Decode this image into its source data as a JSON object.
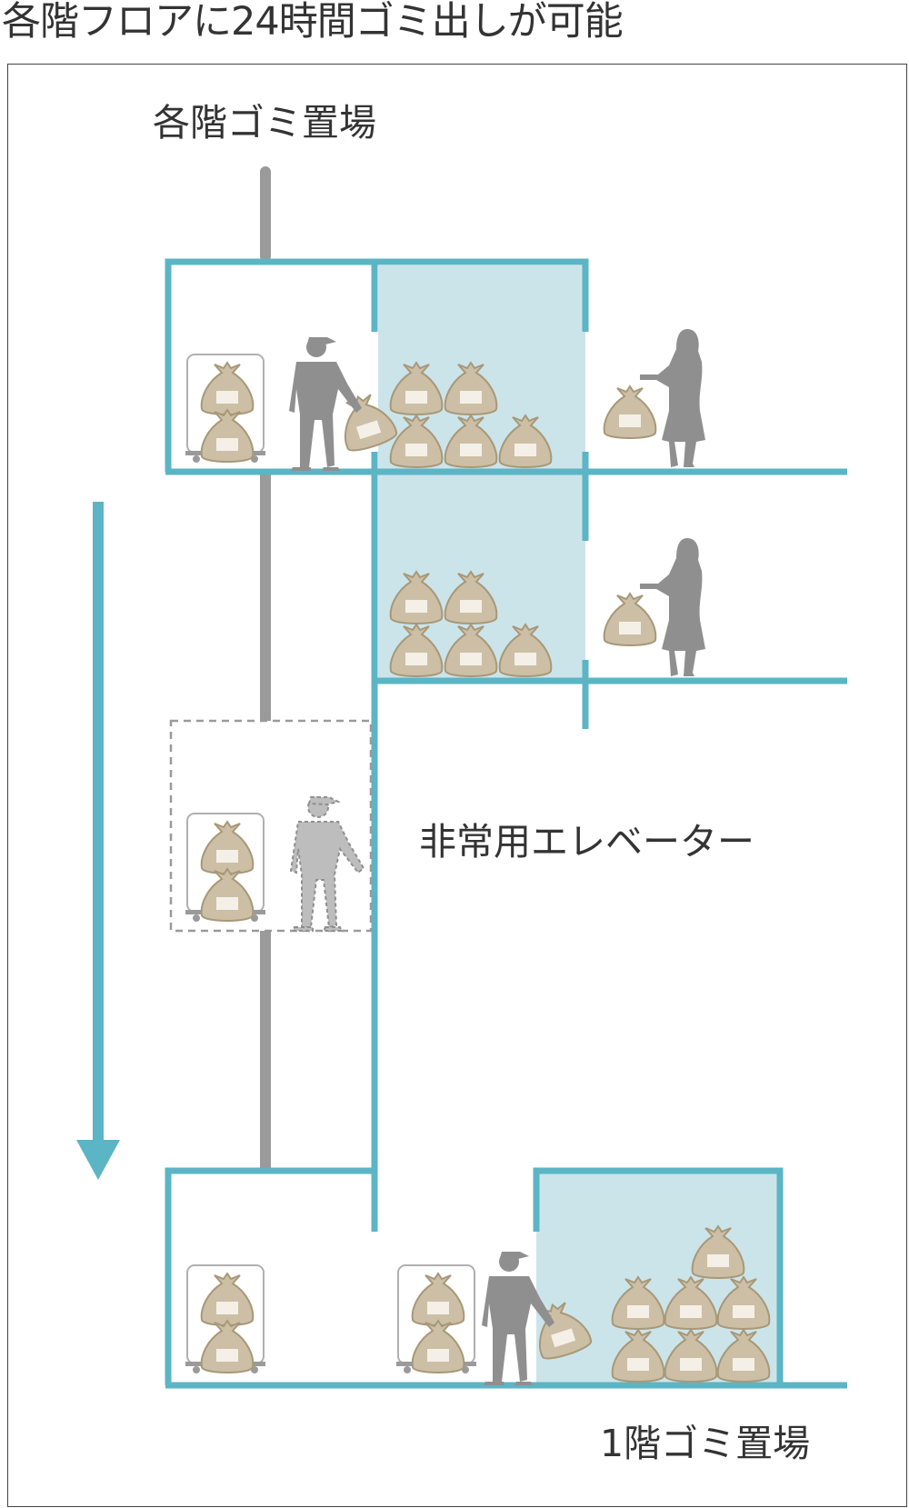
{
  "title": "各階フロアに24時間ゴミ出しが可能",
  "labels": {
    "floor_storage": "各階ゴミ置場",
    "emergency_elevator": "非常用エレベーター",
    "ground_storage": "1階ゴミ置場"
  },
  "colors": {
    "wall": "#5bb5c4",
    "storage_fill": "#cbe4ea",
    "bag_fill": "#cdbfa5",
    "bag_stroke": "#a89878",
    "person": "#8f8f8f",
    "shaft": "#9a9a9a",
    "text": "#333333"
  },
  "icons": [
    "garbage-bag-icon",
    "worker-icon",
    "resident-icon",
    "garbage-cart-icon",
    "down-arrow-icon"
  ]
}
